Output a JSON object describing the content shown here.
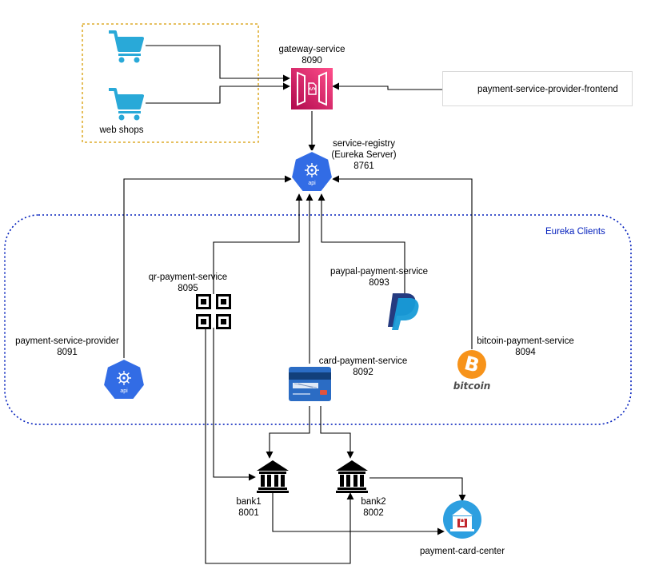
{
  "gateway": {
    "name": "gateway-service",
    "port": "8090"
  },
  "webshops": {
    "label": "web shops",
    "icon": "shopping-cart-icon"
  },
  "frontend": {
    "name": "payment-service-provider-frontend",
    "icon": "browser-window-icon"
  },
  "registry": {
    "name": "service-registry",
    "subtitle": "(Eureka Server)",
    "port": "8761"
  },
  "eureka_clients": {
    "label": "Eureka Clients"
  },
  "services": {
    "qr": {
      "name": "qr-payment-service",
      "port": "8095"
    },
    "paypal": {
      "name": "paypal-payment-service",
      "port": "8093"
    },
    "psp": {
      "name": "payment-service-provider",
      "port": "8091"
    },
    "card": {
      "name": "card-payment-service",
      "port": "8092"
    },
    "bitcoin": {
      "name": "bitcoin-payment-service",
      "port": "8094",
      "logo_text": "bitcoin"
    }
  },
  "banks": {
    "bank1": {
      "name": "bank1",
      "port": "8001"
    },
    "bank2": {
      "name": "bank2",
      "port": "8002"
    }
  },
  "pcc": {
    "name": "payment-card-center"
  },
  "colors": {
    "orange_dash": "#d79b00",
    "blue_dash": "#001dbc",
    "k8s_blue": "#326ce5",
    "gateway_pink": "#e8346b",
    "cart_blue": "#29a9d8",
    "paypal_dark": "#253b80",
    "paypal_light": "#179bd7",
    "bitcoin_orange": "#f7931a"
  }
}
